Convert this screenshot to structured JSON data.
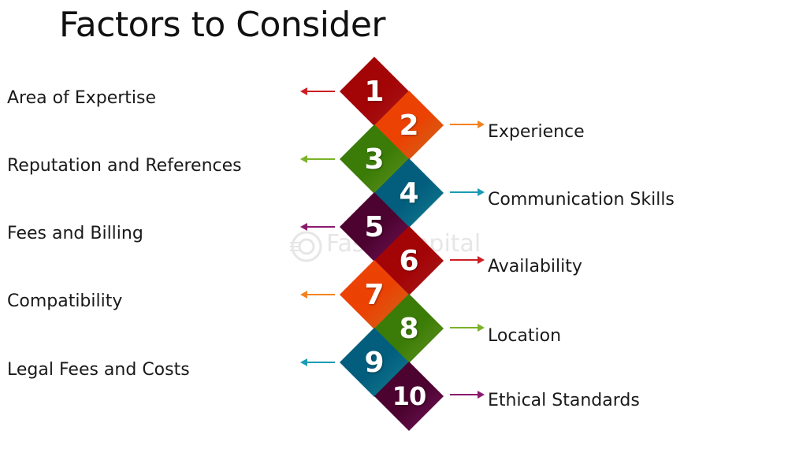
{
  "title": "Factors to Consider",
  "watermark": "FasterCapital",
  "factors": [
    {
      "number": "1",
      "label": "Area of Expertise",
      "side": "left",
      "color": "#cc1f24"
    },
    {
      "number": "2",
      "label": "Experience",
      "side": "right",
      "color": "#f58220"
    },
    {
      "number": "3",
      "label": "Reputation and References",
      "side": "left",
      "color": "#7ab229"
    },
    {
      "number": "4",
      "label": "Communication Skills",
      "side": "right",
      "color": "#1a9bb3"
    },
    {
      "number": "5",
      "label": "Fees and Billing",
      "side": "left",
      "color": "#8b1a6e"
    },
    {
      "number": "6",
      "label": "Availability",
      "side": "right",
      "color": "#cc1f24"
    },
    {
      "number": "7",
      "label": "Compatibility",
      "side": "left",
      "color": "#f58220"
    },
    {
      "number": "8",
      "label": "Location",
      "side": "right",
      "color": "#7ab229"
    },
    {
      "number": "9",
      "label": "Legal Fees and Costs",
      "side": "left",
      "color": "#1a9bb3"
    },
    {
      "number": "10",
      "label": "Ethical Standards",
      "side": "right",
      "color": "#8b1a6e"
    }
  ]
}
